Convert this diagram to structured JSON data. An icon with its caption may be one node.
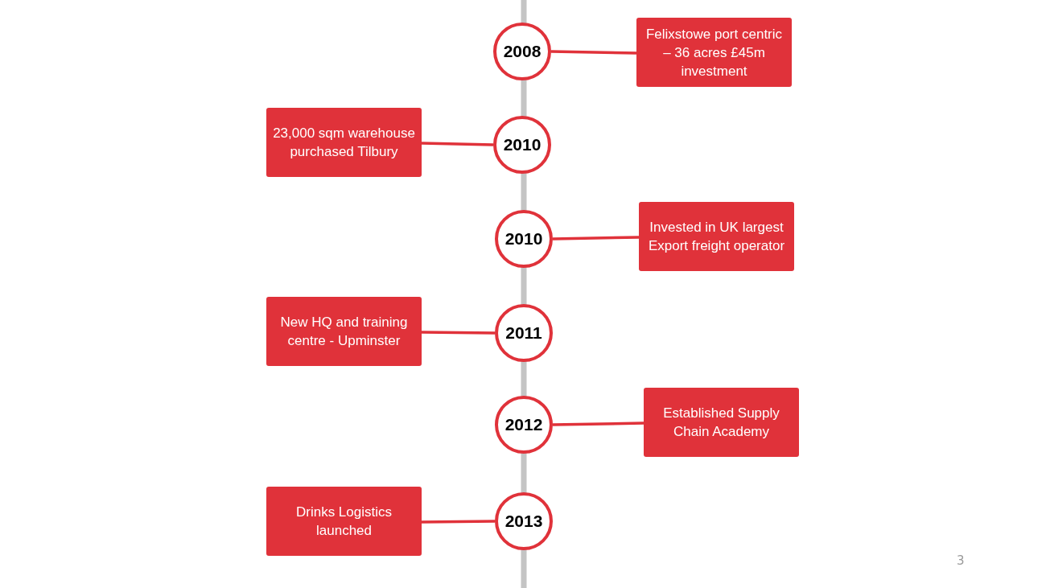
{
  "diagram": {
    "nodes": [
      {
        "text": [
          "2008"
        ]
      },
      {
        "text": [
          "Felixstowe port centric – 36 acres £45m investment"
        ]
      },
      {
        "text": [
          "23,000 sqm warehouse purchased Tilbury"
        ]
      },
      {
        "text": [
          "2010"
        ]
      },
      {
        "text": [
          "2010"
        ]
      },
      {
        "text": [
          "Invested in UK largest Export freight operator"
        ]
      },
      {
        "text": [
          "New HQ and training centre - Upminster"
        ]
      },
      {
        "text": [
          "2011"
        ]
      },
      {
        "text": [
          "2012"
        ]
      },
      {
        "text": [
          "Established Supply Chain Academy"
        ]
      },
      {
        "text": [
          "Drinks Logistics launched"
        ]
      },
      {
        "text": [
          "2013"
        ]
      }
    ],
    "edges": [
      {
        "from": 0,
        "to": 1,
        "arrow": "none"
      },
      {
        "from": 3,
        "to": 2,
        "arrow": "none"
      },
      {
        "from": 4,
        "to": 5,
        "arrow": "none"
      },
      {
        "from": 7,
        "to": 6,
        "arrow": "none"
      },
      {
        "from": 8,
        "to": 9,
        "arrow": "none"
      },
      {
        "from": 11,
        "to": 10,
        "arrow": "none"
      }
    ],
    "labels": [
      "3"
    ]
  }
}
